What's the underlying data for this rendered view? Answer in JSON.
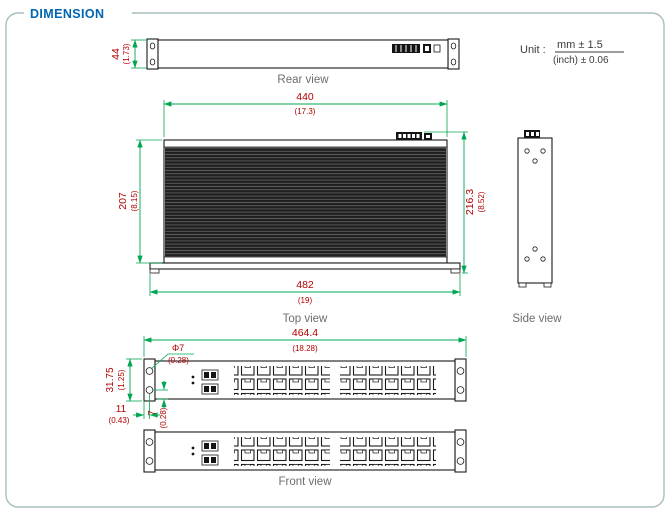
{
  "title": "DIMENSION",
  "unit": {
    "label": "Unit :",
    "mm": "mm ± 1.5",
    "inch": "(inch) ± 0.06"
  },
  "views": {
    "rear": "Rear view",
    "top": "Top view",
    "side": "Side view",
    "front": "Front view"
  },
  "dims": {
    "rear_height": {
      "mm": "44",
      "inch": "(1.73)"
    },
    "top_width": {
      "mm": "440",
      "inch": "(17.3)"
    },
    "depth": {
      "mm": "207",
      "inch": "(8.15)"
    },
    "depth_overall": {
      "mm": "216.3",
      "inch": "(8.52)"
    },
    "rack_width": {
      "mm": "482",
      "inch": "(19)"
    },
    "front_width": {
      "mm": "464.4",
      "inch": "(18.28)"
    },
    "hole": {
      "mm": "Φ7",
      "inch": "(0.28)"
    },
    "front_height": {
      "mm": "31.75",
      "inch": "(1.25)"
    },
    "hole_offset_x": {
      "mm": "11",
      "inch": "(0.43)"
    },
    "hole_offset_y": {
      "mm": "7",
      "inch": "(0.28)"
    }
  },
  "colors": {
    "accent_blue": "#0066b3",
    "dim_line_green": "#00a651",
    "dim_text_red": "#b30000",
    "drawing_black": "#1a1a1a",
    "frame_gray": "#a9bdbd"
  }
}
